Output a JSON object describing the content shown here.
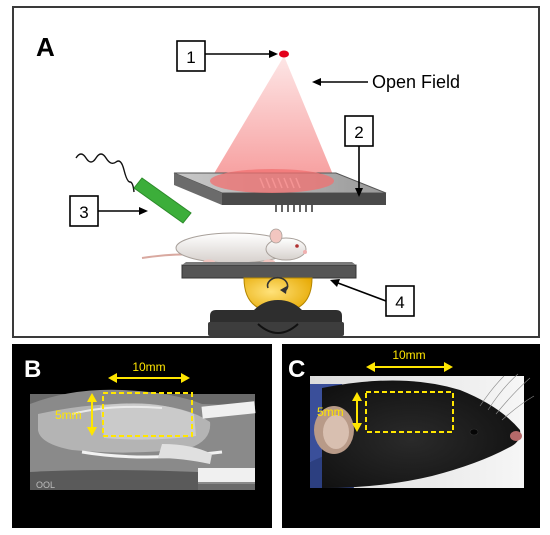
{
  "panel_a": {
    "letter": "A",
    "callouts": {
      "c1": "1",
      "c2": "2",
      "c3": "3",
      "c4": "4"
    },
    "open_field_label": "Open Field",
    "colors": {
      "beam": "#f48a8a",
      "source": "#e3001b",
      "probe": "#3cae3a"
    }
  },
  "panel_b": {
    "letter": "B",
    "width_label": "10mm",
    "height_label": "5mm",
    "scanner_text": "OOL",
    "colors": {
      "annotation": "#ffe600"
    }
  },
  "panel_c": {
    "letter": "C",
    "width_label": "10mm",
    "height_label": "5mm",
    "colors": {
      "annotation": "#ffe600"
    }
  }
}
